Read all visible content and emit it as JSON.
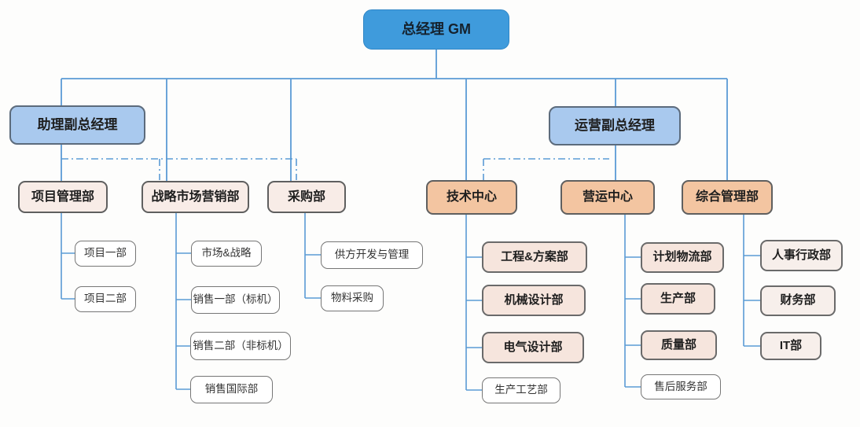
{
  "colors": {
    "root_fill": "#3f9bdc",
    "deputy_fill": "#a9c9ee",
    "dept_left_fill": "#f8ece7",
    "center_fill": "#f3c5a1",
    "sub_pink_fill": "#f6e5dd",
    "sub_pale_fill": "#f7efeb",
    "white_fill": "#ffffff",
    "line": "#5b9bd5"
  },
  "org": {
    "root": {
      "label": "总经理 GM"
    },
    "deputies": [
      {
        "label": "助理副总经理"
      },
      {
        "label": "运营副总经理"
      }
    ],
    "departments": [
      {
        "label": "项目管理部",
        "children": [
          {
            "label": "项目一部"
          },
          {
            "label": "项目二部"
          }
        ]
      },
      {
        "label": "战略市场营销部",
        "children": [
          {
            "label": "市场&战略"
          },
          {
            "label": "销售一部（标机）"
          },
          {
            "label": "销售二部（非标机）"
          },
          {
            "label": "销售国际部"
          }
        ]
      },
      {
        "label": "采购部",
        "children": [
          {
            "label": "供方开发与管理"
          },
          {
            "label": "物料采购"
          }
        ]
      },
      {
        "label": "技术中心",
        "children": [
          {
            "label": "工程&方案部"
          },
          {
            "label": "机械设计部"
          },
          {
            "label": "电气设计部"
          },
          {
            "label": "生产工艺部"
          }
        ]
      },
      {
        "label": "营运中心",
        "children": [
          {
            "label": "计划物流部"
          },
          {
            "label": "生产部"
          },
          {
            "label": "质量部"
          },
          {
            "label": "售后服务部"
          }
        ]
      },
      {
        "label": "综合管理部",
        "children": [
          {
            "label": "人事行政部"
          },
          {
            "label": "财务部"
          },
          {
            "label": "IT部"
          }
        ]
      }
    ]
  }
}
